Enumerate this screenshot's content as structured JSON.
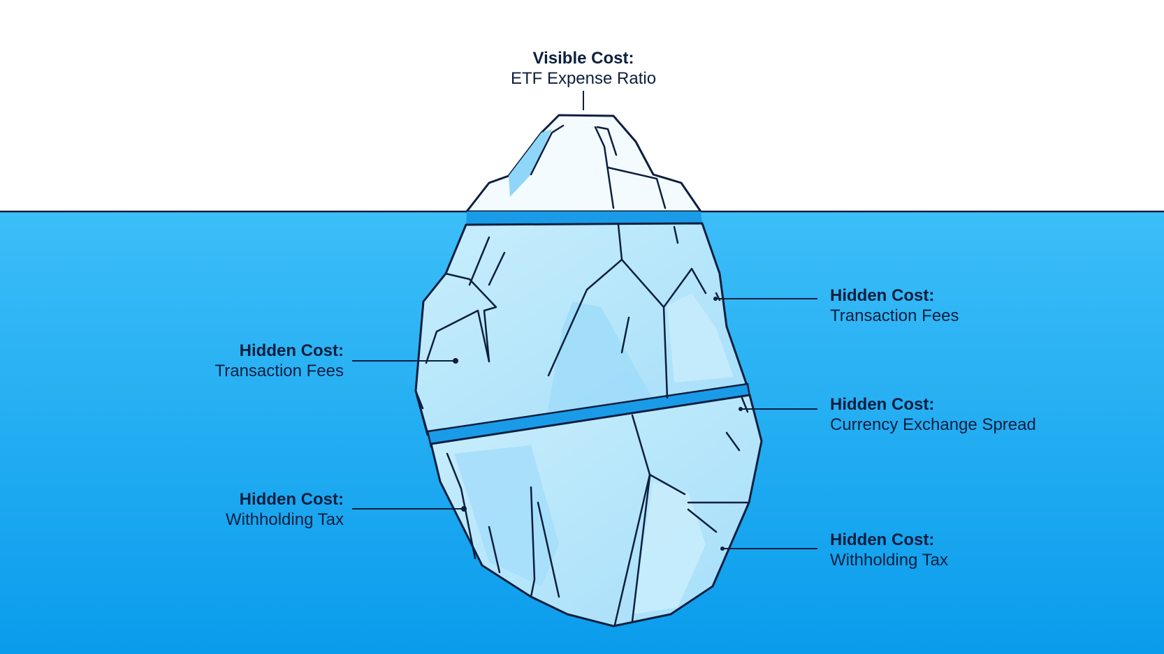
{
  "colors": {
    "sky": "#ffffff",
    "water": "#21b0f4",
    "water_deep": "#0fa0ee",
    "ice_top": "#f4fbfe",
    "ice_body": "#b6e6fb",
    "ice_shade": "#8fd6f8",
    "outline": "#0c1f3f",
    "band": "#1a9be8"
  },
  "labels": {
    "top": {
      "title": "Visible Cost:",
      "sub": "ETF Expense Ratio"
    },
    "left_1": {
      "title": "Hidden Cost:",
      "sub": "Transaction Fees"
    },
    "left_2": {
      "title": "Hidden Cost:",
      "sub": "Withholding Tax"
    },
    "right_1": {
      "title": "Hidden Cost:",
      "sub": "Transaction Fees"
    },
    "right_2": {
      "title": "Hidden Cost:",
      "sub": "Currency Exchange Spread"
    },
    "right_3": {
      "title": "Hidden Cost:",
      "sub": "Withholding Tax"
    }
  }
}
